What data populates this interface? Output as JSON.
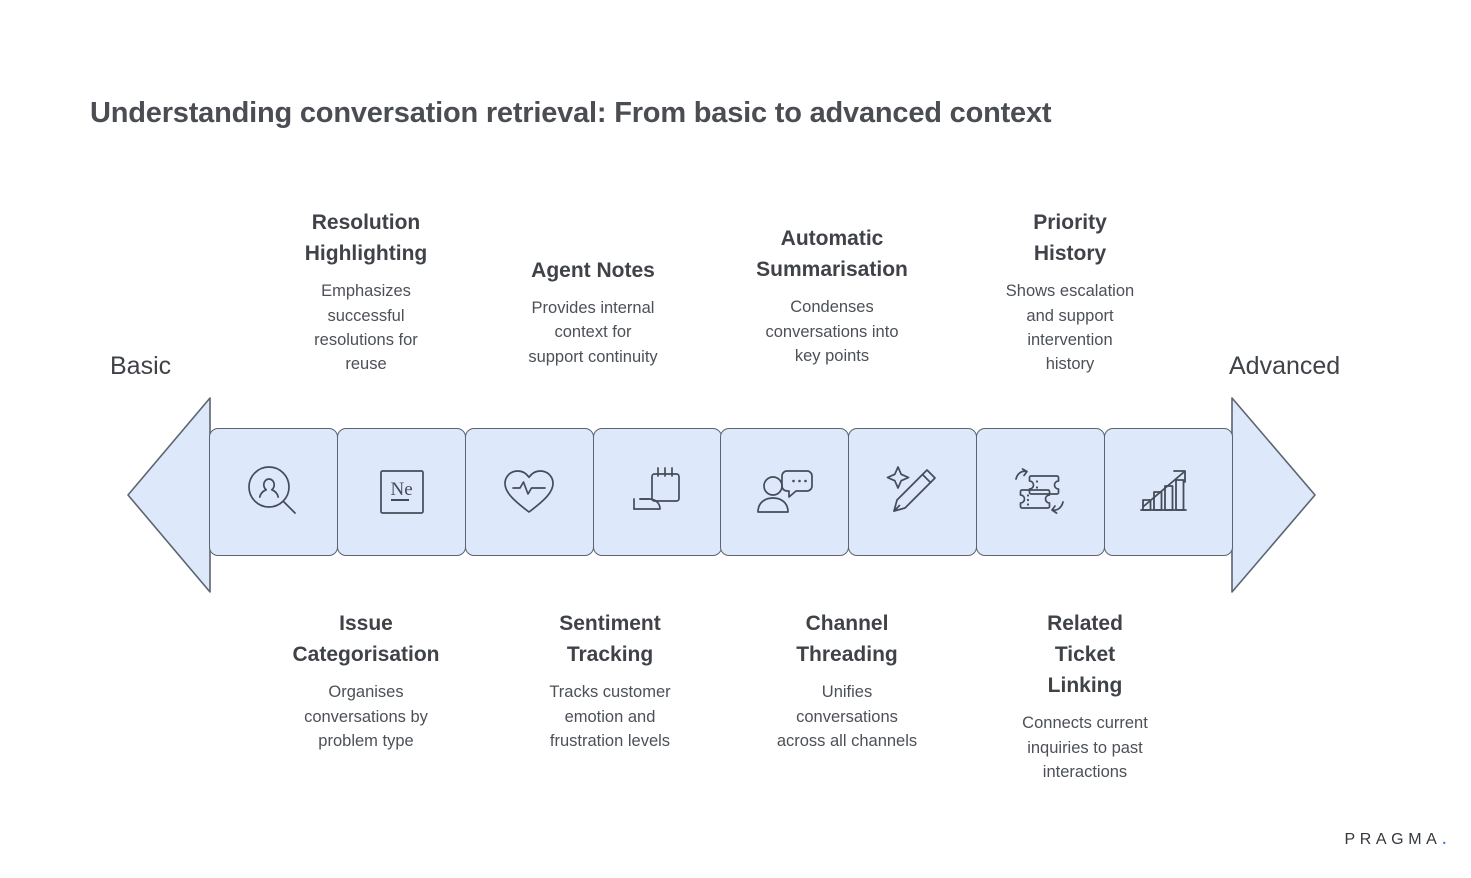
{
  "title": "Understanding conversation retrieval: From basic to advanced context",
  "axis": {
    "left_label": "Basic",
    "right_label": "Advanced",
    "left_arrow_icon": "arrow-left-icon",
    "right_arrow_icon": "arrow-right-icon"
  },
  "colors": {
    "cell_fill": "#dde8fb",
    "cell_stroke": "#5c6470",
    "arrow_fill": "#dde8fb",
    "arrow_stroke": "#5c6470",
    "text": "#3f4247",
    "brand_accent": "#3f73e8"
  },
  "stages": [
    {
      "index": 1,
      "icon": "person-search-icon",
      "position": "bottom",
      "title": "Issue\nCategorisation",
      "title_lines": [
        "Issue",
        "Categorisation"
      ],
      "desc": "Organises conversations by problem type",
      "desc_lines": [
        "Organises",
        "conversations by",
        "problem type"
      ]
    },
    {
      "index": 2,
      "icon": "category-tag-icon",
      "icon_text": "Ne",
      "position": "bottom",
      "title": "Issue Categorisation",
      "shares_label_with": 1
    },
    {
      "index": 3,
      "icon": "heart-pulse-icon",
      "position": "bottom",
      "title": "Sentiment\nTracking",
      "title_lines": [
        "Sentiment",
        "Tracking"
      ],
      "desc": "Tracks customer emotion and frustration levels",
      "desc_lines": [
        "Tracks customer",
        "emotion and",
        "frustration levels"
      ]
    },
    {
      "index": 4,
      "icon": "notepad-hand-icon",
      "position": "top",
      "title": "Agent Notes",
      "title_lines": [
        "Agent Notes"
      ],
      "desc": "Provides internal context for support continuity",
      "desc_lines": [
        "Provides internal",
        "context for",
        "support continuity"
      ]
    },
    {
      "index": 5,
      "icon": "person-speech-bubble-icon",
      "position": "bottom",
      "title": "Channel\nThreading",
      "title_lines": [
        "Channel",
        "Threading"
      ],
      "desc": "Unifies conversations across all channels",
      "desc_lines": [
        "Unifies",
        "conversations",
        "across all channels"
      ]
    },
    {
      "index": 6,
      "icon": "magic-pencil-icon",
      "position": "top",
      "title": "Automatic\nSummarisation",
      "title_lines": [
        "Automatic",
        "Summarisation"
      ],
      "desc": "Condenses conversations into key points",
      "desc_lines": [
        "Condenses",
        "conversations into",
        "key points"
      ]
    },
    {
      "index": 7,
      "icon": "linked-tickets-icon",
      "position": "bottom",
      "title": "Related\nTicket\nLinking",
      "title_lines": [
        "Related",
        "Ticket",
        "Linking"
      ],
      "desc": "Connects current inquiries to past interactions",
      "desc_lines": [
        "Connects current",
        "inquiries to past",
        "interactions"
      ]
    },
    {
      "index": 8,
      "icon": "bar-chart-up-icon",
      "position": "top",
      "title": "Priority\nHistory",
      "title_lines": [
        "Priority",
        "History"
      ],
      "desc": "Shows escalation and support intervention history",
      "desc_lines": [
        "Shows escalation",
        "and support",
        "intervention",
        "history"
      ]
    }
  ],
  "callouts": {
    "top": [
      {
        "id": "resolution-highlighting",
        "title_l1": "Resolution",
        "title_l2": "Highlighting",
        "desc_l1": "Emphasizes",
        "desc_l2": "successful",
        "desc_l3": "resolutions for",
        "desc_l4": "reuse"
      },
      {
        "id": "agent-notes",
        "title_l1": "Agent Notes",
        "title_l2": "",
        "desc_l1": "Provides internal",
        "desc_l2": "context for",
        "desc_l3": "support continuity",
        "desc_l4": ""
      },
      {
        "id": "automatic-summarisation",
        "title_l1": "Automatic",
        "title_l2": "Summarisation",
        "desc_l1": "Condenses",
        "desc_l2": "conversations into",
        "desc_l3": "key points",
        "desc_l4": ""
      },
      {
        "id": "priority-history",
        "title_l1": "Priority",
        "title_l2": "History",
        "desc_l1": "Shows escalation",
        "desc_l2": "and support",
        "desc_l3": "intervention",
        "desc_l4": "history"
      }
    ],
    "bottom": [
      {
        "id": "issue-categorisation",
        "title_l1": "Issue",
        "title_l2": "Categorisation",
        "title_l3": "",
        "desc_l1": "Organises",
        "desc_l2": "conversations by",
        "desc_l3": "problem type"
      },
      {
        "id": "sentiment-tracking",
        "title_l1": "Sentiment",
        "title_l2": "Tracking",
        "title_l3": "",
        "desc_l1": "Tracks customer",
        "desc_l2": "emotion and",
        "desc_l3": "frustration levels"
      },
      {
        "id": "channel-threading",
        "title_l1": "Channel",
        "title_l2": "Threading",
        "title_l3": "",
        "desc_l1": "Unifies",
        "desc_l2": "conversations",
        "desc_l3": "across all channels"
      },
      {
        "id": "related-ticket-linking",
        "title_l1": "Related",
        "title_l2": "Ticket",
        "title_l3": "Linking",
        "desc_l1": "Connects current",
        "desc_l2": "inquiries to past",
        "desc_l3": "interactions"
      }
    ]
  },
  "brand": {
    "name": "PRAGMA",
    "dot": "."
  }
}
